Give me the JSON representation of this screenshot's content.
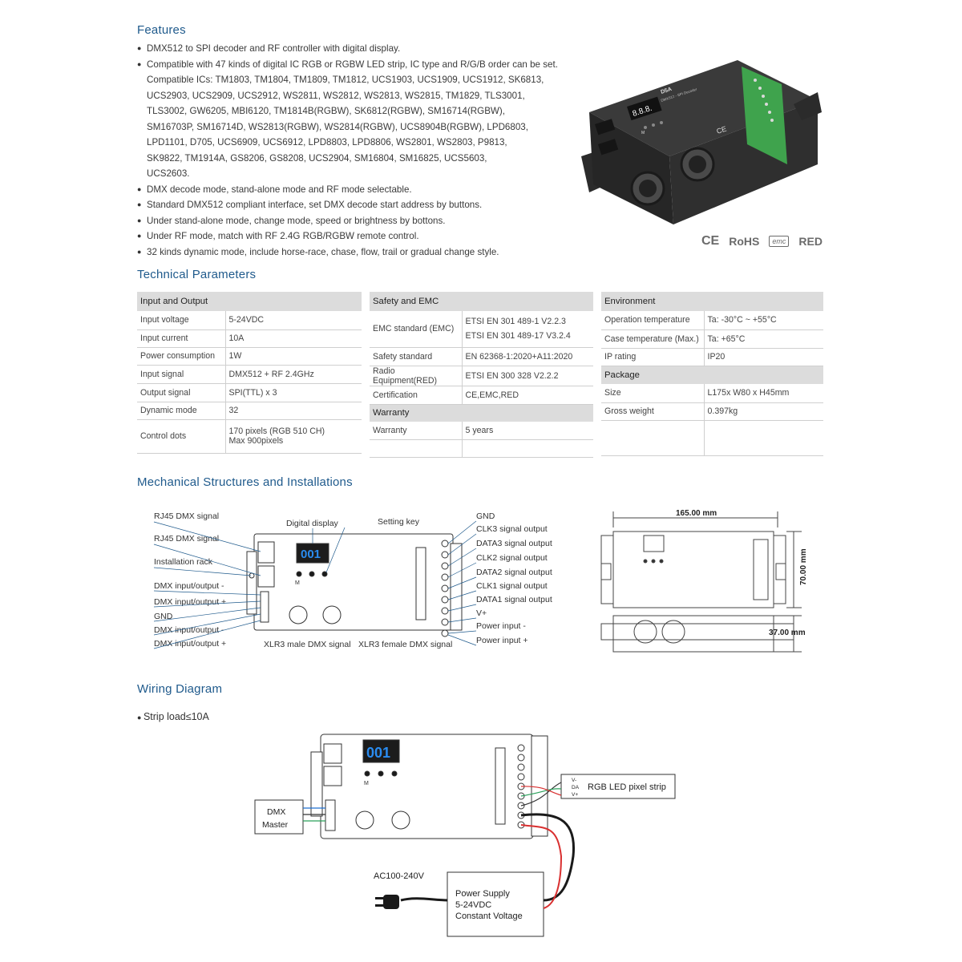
{
  "features": {
    "title": "Features",
    "items": [
      "DMX512 to SPI decoder and RF controller with digital display.",
      "Compatible with 47 kinds of digital IC RGB or RGBW LED strip, IC type and R/G/B order can be set.",
      "DMX decode mode, stand-alone mode and RF mode selectable.",
      "Standard DMX512 compliant interface, set DMX decode start address by buttons.",
      "Under stand-alone mode, change mode, speed or brightness by bottons.",
      "Under RF mode, match with RF 2.4G RGB/RGBW remote control.",
      "32 kinds dynamic mode, include horse-race, chase, flow, trail or gradual change style."
    ],
    "ic_lines": [
      "Compatible ICs: TM1803, TM1804, TM1809, TM1812, UCS1903, UCS1909, UCS1912, SK6813,",
      "UCS2903, UCS2909, UCS2912, WS2811, WS2812, WS2813, WS2815, TM1829, TLS3001,",
      "TLS3002, GW6205, MBI6120, TM1814B(RGBW), SK6812(RGBW), SM16714(RGBW),",
      "SM16703P, SM16714D, WS2813(RGBW), WS2814(RGBW), UCS8904B(RGBW), LPD6803,",
      "LPD1101, D705, UCS6909, UCS6912, LPD8803, LPD8806, WS2801, WS2803, P9813,",
      "SK9822, TM1914A, GS8206, GS8208, UCS2904, SM16804, SM16825, UCS5603,",
      "UCS2603."
    ]
  },
  "product": {
    "model": "D5A",
    "subtitle": "DMX512 - SPI Decoder",
    "display": "8.8.8.",
    "ce_mark": "CE",
    "m_label": "M"
  },
  "certifications": [
    "CE",
    "RoHS",
    "emc",
    "RED"
  ],
  "tech": {
    "title": "Technical Parameters",
    "input_output": {
      "header": "Input and Output",
      "rows": [
        [
          "Input voltage",
          "5-24VDC"
        ],
        [
          "Input current",
          "10A"
        ],
        [
          "Power consumption",
          "1W"
        ],
        [
          "Input signal",
          "DMX512 + RF 2.4GHz"
        ],
        [
          "Output signal",
          "SPI(TTL) x 3"
        ],
        [
          "Dynamic mode",
          "32"
        ],
        [
          "Control dots",
          "170 pixels (RGB 510 CH)",
          "Max 900pixels"
        ]
      ]
    },
    "safety": {
      "header": "Safety and EMC",
      "emc_label": "EMC standard (EMC)",
      "emc_values": [
        "ETSI EN 301 489-1 V2.2.3",
        "ETSI EN 301 489-17 V3.2.4"
      ],
      "rows": [
        [
          "Safety standard",
          "EN 62368-1:2020+A11:2020"
        ],
        [
          "Radio Equipment(RED)",
          "ETSI EN 300 328 V2.2.2"
        ],
        [
          "Certification",
          "CE,EMC,RED"
        ]
      ],
      "warranty_header": "Warranty",
      "warranty_row": [
        "Warranty",
        "5 years"
      ]
    },
    "environment": {
      "header": "Environment",
      "rows": [
        [
          "Operation temperature",
          "Ta: -30°C ~ +55°C"
        ],
        [
          "Case temperature (Max.)",
          "Ta: +65°C"
        ],
        [
          "IP rating",
          "IP20"
        ]
      ],
      "package_header": "Package",
      "package_rows": [
        [
          "Size",
          "L175x W80 x H45mm"
        ],
        [
          "Gross weight",
          "0.397kg"
        ]
      ]
    }
  },
  "mechanical": {
    "title": "Mechanical Structures and Installations",
    "left_labels": [
      "RJ45 DMX signal",
      "RJ45 DMX signal",
      "Installation rack",
      "DMX input/output -",
      "DMX input/output +",
      "GND",
      "DMX input/output -",
      "DMX input/output +"
    ],
    "top_labels": [
      "Digital display",
      "Setting key"
    ],
    "bottom_labels": [
      "XLR3 male DMX signal",
      "XLR3 female DMX signal"
    ],
    "right_labels": [
      "GND",
      "CLK3 signal output",
      "DATA3 signal output",
      "CLK2 signal output",
      "DATA2 signal output",
      "CLK1 signal output",
      "DATA1 signal output",
      "V+",
      "Power input -",
      "Power input +"
    ],
    "display_value": "001",
    "m_label": "M",
    "dim_width": "165.00 mm",
    "dim_height": "70.00 mm",
    "dim_depth": "37.00 mm"
  },
  "wiring": {
    "title": "Wiring Diagram",
    "strip_note": "Strip load≤10A",
    "display_value": "001",
    "m_label": "M",
    "dmx_master": [
      "DMX",
      "Master"
    ],
    "strip_label": "RGB LED pixel strip",
    "strip_pins": [
      "V-",
      "DA",
      "V+"
    ],
    "ac_label": "AC100-240V",
    "psu_lines": [
      "Power Supply",
      "5-24VDC",
      "Constant Voltage"
    ]
  }
}
